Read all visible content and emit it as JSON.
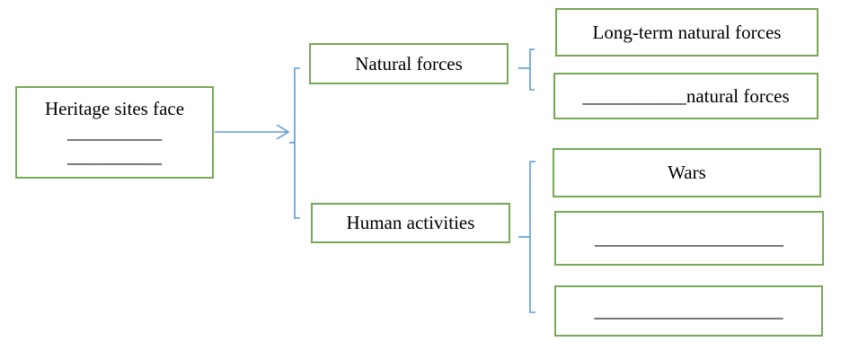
{
  "colors": {
    "box_border": "#77a857",
    "connector": "#5b9bd5"
  },
  "root": {
    "line1": "Heritage sites face",
    "line2": "__________",
    "line3": "__________"
  },
  "branches": {
    "natural": {
      "label": "Natural forces",
      "items": [
        "Long-term natural forces",
        "___________natural forces"
      ]
    },
    "human": {
      "label": "Human activities",
      "items": [
        "Wars",
        "____________________",
        "____________________"
      ]
    }
  }
}
